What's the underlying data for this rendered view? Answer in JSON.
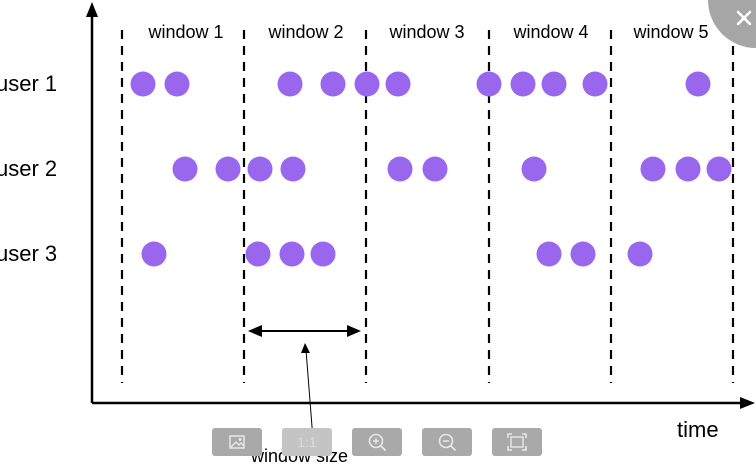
{
  "diagram": {
    "windows": [
      "window 1",
      "window 2",
      "window 3",
      "window 4",
      "window 5"
    ],
    "users": [
      "user 1",
      "user 2",
      "user 3"
    ],
    "x_axis_label": "time",
    "annotation": "window size",
    "dot_color": "#9966ee"
  },
  "viewer": {
    "toolbar": [
      {
        "name": "image-icon-button",
        "icon": "image-icon",
        "label": ""
      },
      {
        "name": "actual-size-button",
        "icon": "",
        "label": "1:1"
      },
      {
        "name": "zoom-in-button",
        "icon": "zoom-in-icon",
        "label": ""
      },
      {
        "name": "zoom-out-button",
        "icon": "zoom-out-icon",
        "label": ""
      },
      {
        "name": "fit-screen-button",
        "icon": "fullscreen-icon",
        "label": ""
      }
    ],
    "close_icon": "close-icon"
  }
}
